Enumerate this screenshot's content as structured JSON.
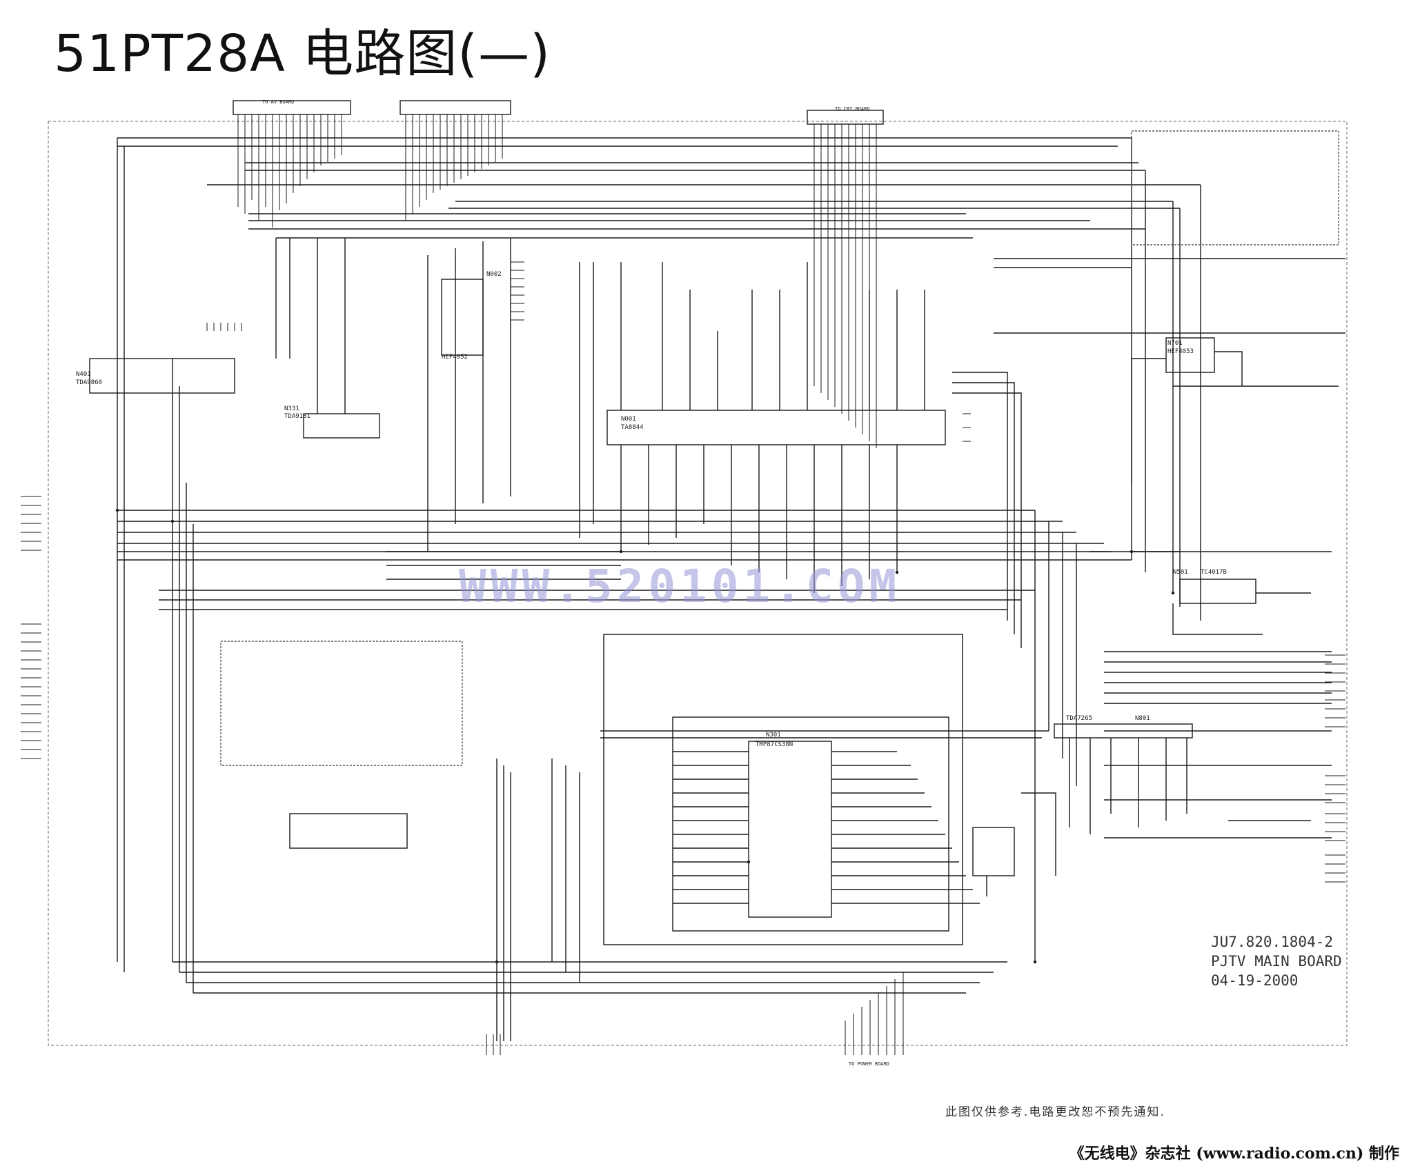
{
  "title": "51PT28A 电路图(—)",
  "board": {
    "part_number": "JU7.820.1804-2",
    "name": "PJTV MAIN BOARD",
    "date": "04-19-2000"
  },
  "watermark": "WWW.520101.COM",
  "note": "此图仅供参考.电路更改恕不预先通知.",
  "publisher": "《无线电》杂志社 (www.radio.com.cn) 制作",
  "connectors": {
    "to_av_board": "TO AV BOARD",
    "to_crt_board": "TO CRT BOARD",
    "to_power_board": "TO POWER BOARD"
  },
  "ics": [
    {
      "ref": "N001",
      "part": "TA8844"
    },
    {
      "ref": "N301",
      "part": "TMP87CS38N"
    },
    {
      "ref": "N801",
      "part": "TDA7265"
    },
    {
      "ref": "N002",
      "part": "HEF4052"
    },
    {
      "ref": "N331",
      "part": "TDA9181"
    },
    {
      "ref": "N501",
      "part": "TC4017B"
    },
    {
      "ref": "N701",
      "part": "HEF4053"
    },
    {
      "ref": "N401",
      "part": "TDA9860"
    }
  ]
}
